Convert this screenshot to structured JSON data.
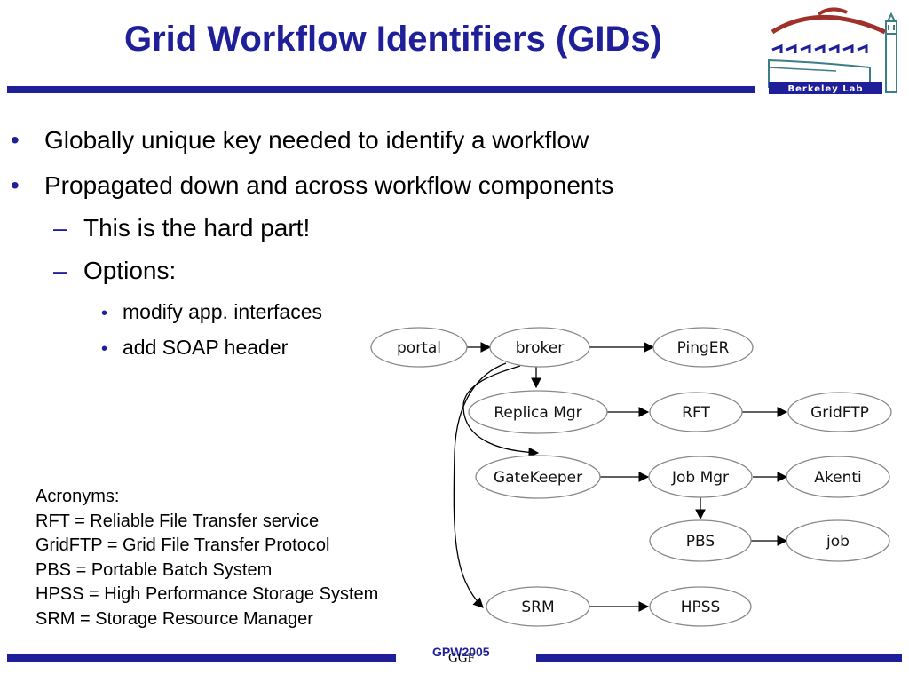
{
  "title": "Grid Workflow Identifiers (GIDs)",
  "logo": {
    "label": "Berkeley Lab",
    "colors": {
      "red": "#a0302a",
      "teal": "#3b7e84",
      "navy": "#1f1f99"
    }
  },
  "bullets": [
    {
      "level": 1,
      "text": "Globally unique key needed to identify a workflow"
    },
    {
      "level": 1,
      "text": "Propagated down and across workflow components"
    },
    {
      "level": 2,
      "text": "This is the hard part!"
    },
    {
      "level": 2,
      "text": "Options:"
    },
    {
      "level": 3,
      "text": "modify app. interfaces"
    },
    {
      "level": 3,
      "text": "add SOAP header"
    }
  ],
  "bullet_marks": {
    "level1": "•",
    "level2": "–",
    "level3": "•"
  },
  "diagram": {
    "nodes": [
      {
        "id": "portal",
        "label": "portal"
      },
      {
        "id": "broker",
        "label": "broker"
      },
      {
        "id": "pinger",
        "label": "PingER"
      },
      {
        "id": "replica",
        "label": "Replica Mgr"
      },
      {
        "id": "rft",
        "label": "RFT"
      },
      {
        "id": "gridftp",
        "label": "GridFTP"
      },
      {
        "id": "gatekeeper",
        "label": "GateKeeper"
      },
      {
        "id": "jobmgr",
        "label": "Job Mgr"
      },
      {
        "id": "akenti",
        "label": "Akenti"
      },
      {
        "id": "pbs",
        "label": "PBS"
      },
      {
        "id": "job",
        "label": "job"
      },
      {
        "id": "srm",
        "label": "SRM"
      },
      {
        "id": "hpss",
        "label": "HPSS"
      }
    ],
    "edges": [
      {
        "from": "portal",
        "to": "broker"
      },
      {
        "from": "broker",
        "to": "pinger"
      },
      {
        "from": "broker",
        "to": "replica"
      },
      {
        "from": "broker",
        "to": "gatekeeper"
      },
      {
        "from": "broker",
        "to": "srm"
      },
      {
        "from": "replica",
        "to": "rft"
      },
      {
        "from": "rft",
        "to": "gridftp"
      },
      {
        "from": "gatekeeper",
        "to": "jobmgr"
      },
      {
        "from": "jobmgr",
        "to": "akenti"
      },
      {
        "from": "jobmgr",
        "to": "pbs"
      },
      {
        "from": "pbs",
        "to": "job"
      },
      {
        "from": "srm",
        "to": "hpss"
      }
    ]
  },
  "acronyms": {
    "heading": "Acronyms:",
    "items": [
      "RFT = Reliable File Transfer service",
      "GridFTP = Grid File Transfer Protocol",
      "PBS = Portable Batch System",
      "HPSS = High Performance Storage System",
      "SRM = Storage Resource Manager"
    ]
  },
  "footer": {
    "conference": "GPW2005",
    "org": "GGF"
  },
  "colors": {
    "accent": "#1f1f99"
  }
}
